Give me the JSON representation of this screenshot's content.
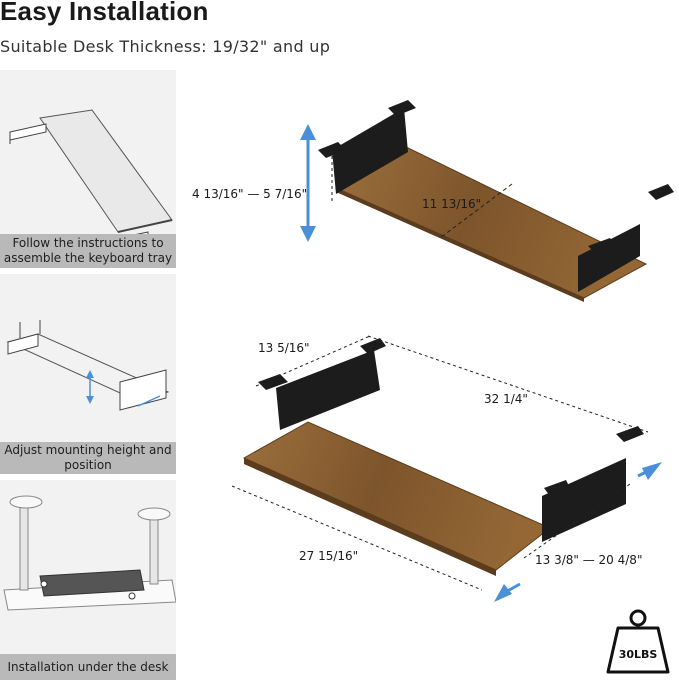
{
  "header": {
    "title": "Easy Installation",
    "subtitle": "Suitable Desk Thickness: 19/32\"  and up"
  },
  "steps": [
    {
      "caption": "Follow the instructions to assemble the keyboard tray"
    },
    {
      "caption": "Adjust mounting height and position"
    },
    {
      "caption": "Installation under the desk"
    }
  ],
  "dimensions": {
    "height_range": "4 13/16\" — 5 7/16\"",
    "tray_depth": "11 13/16\"",
    "bracket_width": "13 5/16\"",
    "overall_width": "32 1/4\"",
    "tray_width": "27 15/16\"",
    "slide_range": "13 3/8\" — 20 4/8\""
  },
  "capacity": {
    "label": "30LBS"
  },
  "colors": {
    "wood": "#8a6030",
    "bracket": "#1c1c1c",
    "arrow": "#4a90d9",
    "caption_bg": "#b9b9b9",
    "panel_bg": "#f2f2f2"
  }
}
